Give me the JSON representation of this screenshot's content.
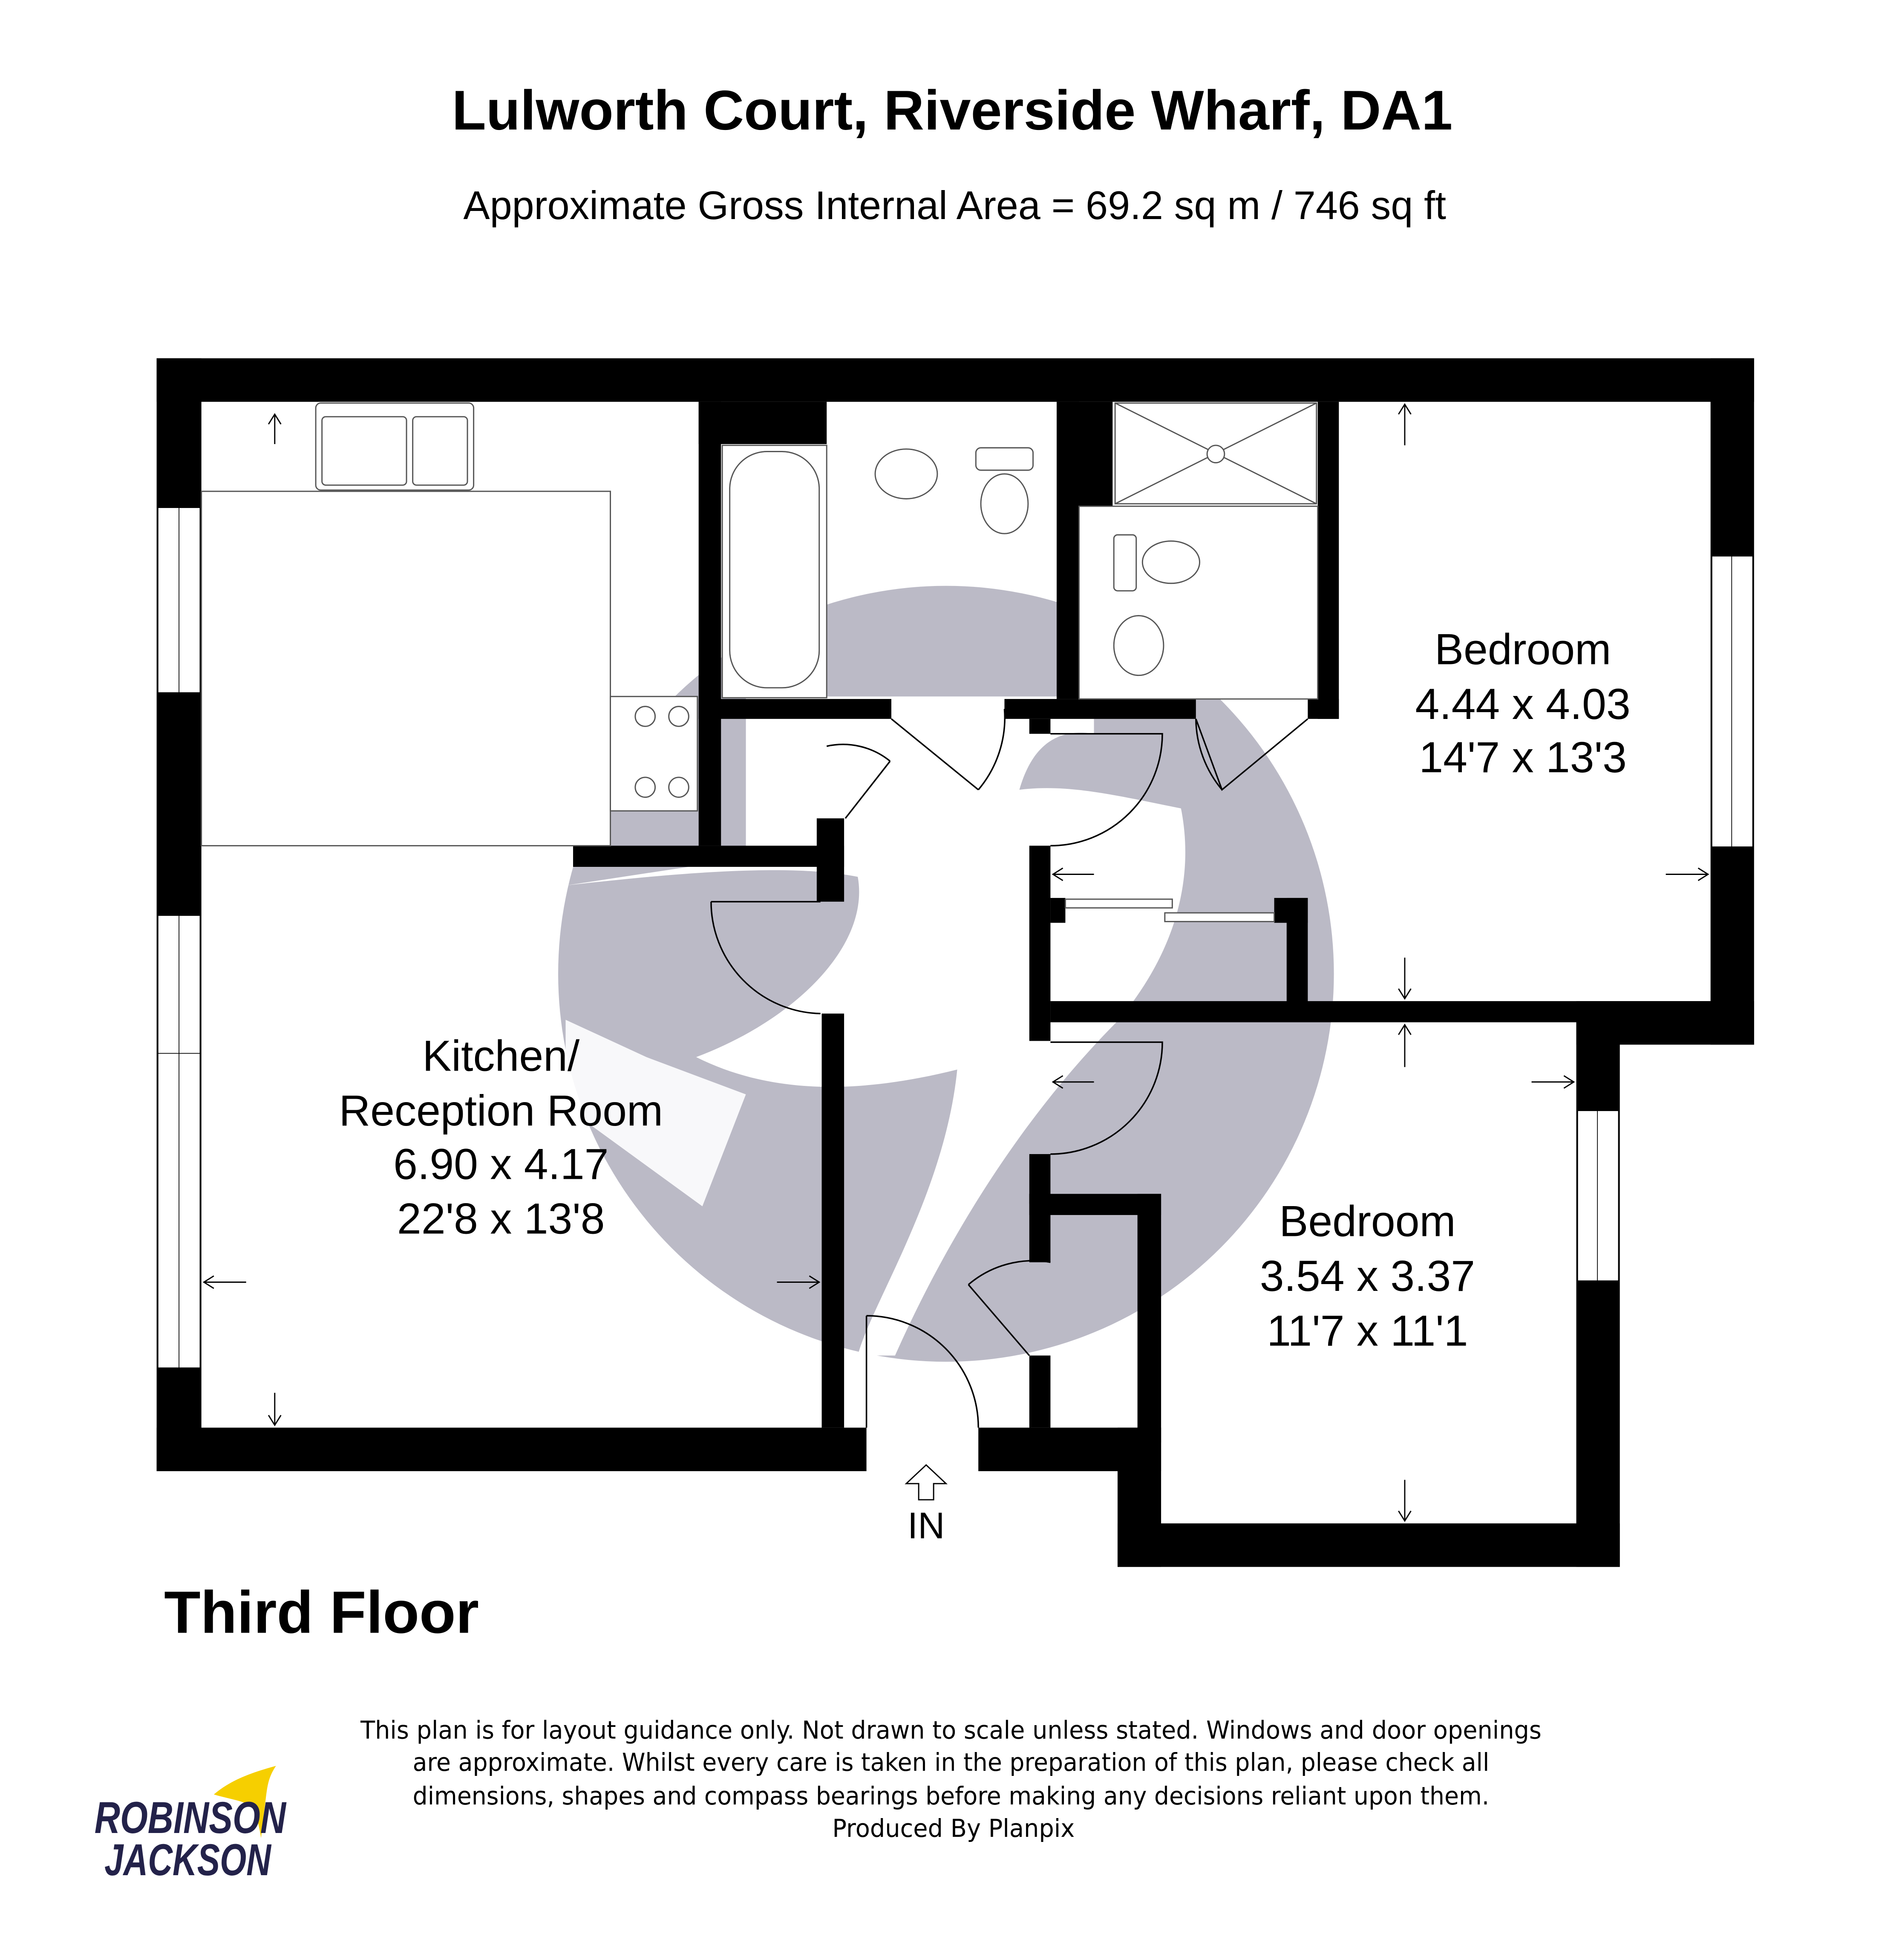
{
  "title": "Lulworth Court, Riverside Wharf, DA1",
  "subtitle": "Approximate Gross Internal Area = 69.2 sq m / 746 sq ft",
  "floor_label": "Third Floor",
  "entrance_label": "IN",
  "rooms": [
    {
      "name": "Kitchen/",
      "name2": "Reception Room",
      "metric": "6.90 x 4.17",
      "imperial": "22'8 x 13'8"
    },
    {
      "name": "Bedroom",
      "metric": "4.44 x 4.03",
      "imperial": "14'7 x 13'3"
    },
    {
      "name": "Bedroom",
      "metric": "3.54 x 3.37",
      "imperial": "11'7 x 11'1"
    }
  ],
  "disclaimer": [
    "This plan is for layout guidance only. Not drawn to scale unless stated. Windows and door openings",
    "are approximate. Whilst every care is taken in the preparation of this plan, please check all",
    "dimensions, shapes and compass bearings before making any decisions reliant upon them.",
    "Produced By Planpix"
  ],
  "logo": {
    "line1": "ROBINSON",
    "line2": "JACKSON",
    "text_color": "#23224a",
    "accent_color": "#f6cf00"
  },
  "watermark_color": "#bbbac6"
}
